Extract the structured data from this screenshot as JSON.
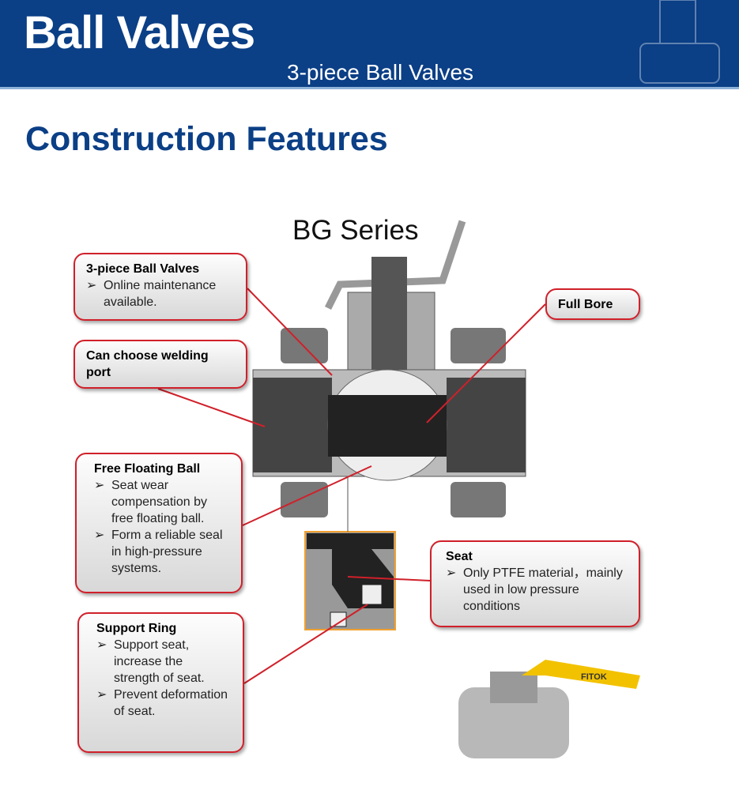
{
  "header": {
    "title": "Ball Valves",
    "subtitle": "3-piece Ball Valves"
  },
  "section_title": "Construction Features",
  "diagram_title": "BG Series",
  "callouts": {
    "three_piece": {
      "title": "3-piece Ball Valves",
      "items": [
        "Online maintenance available."
      ]
    },
    "welding": {
      "title": "Can choose welding port"
    },
    "full_bore": {
      "title": "Full Bore"
    },
    "floating": {
      "title": "Free Floating Ball",
      "items": [
        "Seat wear compensation by free floating ball.",
        "Form a reliable seal in high-pressure systems."
      ]
    },
    "seat": {
      "title": "Seat",
      "items": [
        "Only PTFE material，mainly used in low pressure conditions"
      ]
    },
    "support": {
      "title": "Support Ring",
      "items": [
        "Support seat, increase the strength of seat.",
        "Prevent deformation of seat."
      ]
    }
  },
  "photo_label": "FITOK",
  "colors": {
    "banner": "#0b3f86",
    "callout_border": "#d0202a",
    "inset_border": "#f0a030"
  }
}
